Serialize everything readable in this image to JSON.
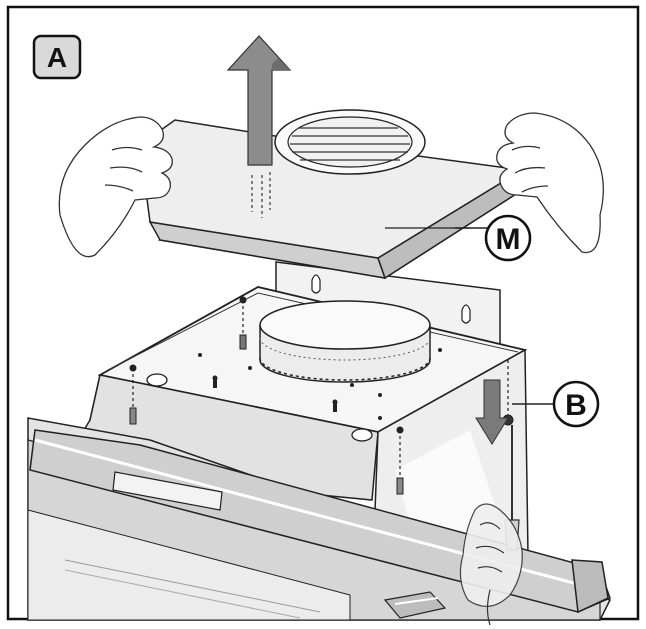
{
  "panel_label": "A",
  "callouts": {
    "cover": "M",
    "screws": "B"
  },
  "colors": {
    "frame": "#111111",
    "arrow_fill": "#8c8c8c",
    "arrow_dark": "#6e6e6e",
    "panel_fill": "#e9e9e9",
    "label_box": "#d9d9d9",
    "surface_light": "#f4f4f4",
    "surface_mid": "#dcdcdc",
    "surface_dark": "#bdbdbd"
  }
}
